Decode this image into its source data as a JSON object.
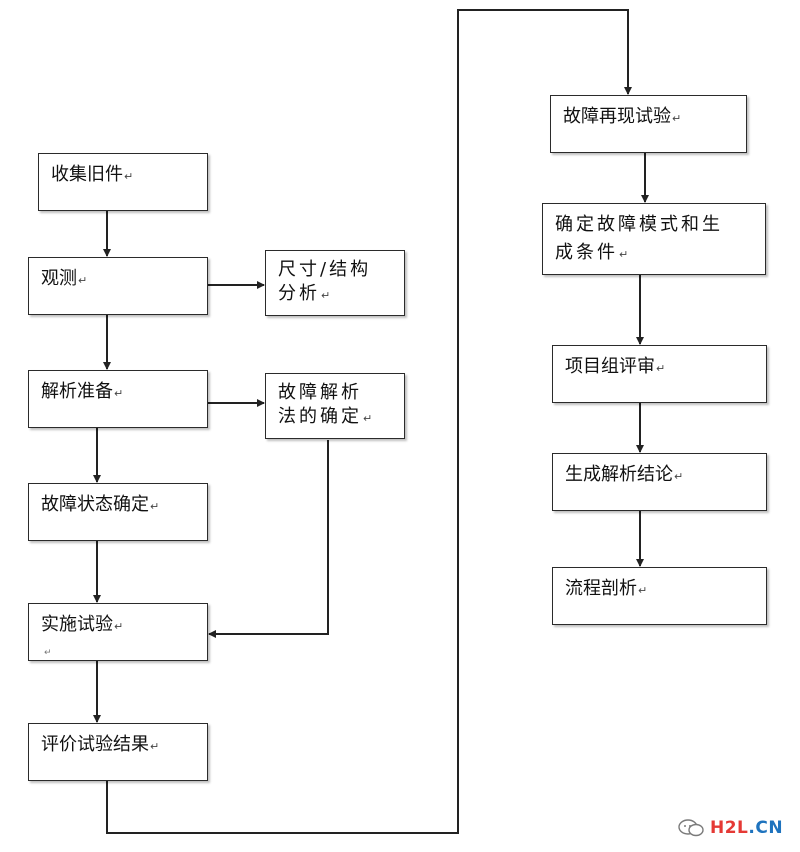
{
  "nodes": {
    "collect_old_parts": "收集旧件",
    "observe": "观测",
    "size_structure_analysis": "尺寸/结构\n分析",
    "analysis_prep": "解析准备",
    "failure_analysis_method": "故障解析\n法的确定",
    "failure_state_determination": "故障状态确定",
    "conduct_test": "实施试验",
    "evaluate_results": "评价试验结果",
    "failure_reproduction_test": "故障再现试验",
    "determine_failure_mode": "确定故障模式和生\n成条件",
    "project_review": "项目组评审",
    "generate_conclusion": "生成解析结论",
    "process_analysis": "流程剖析"
  },
  "paragraph_mark": "↵",
  "watermark": {
    "part1": "H2L",
    "part2": ".CN"
  }
}
